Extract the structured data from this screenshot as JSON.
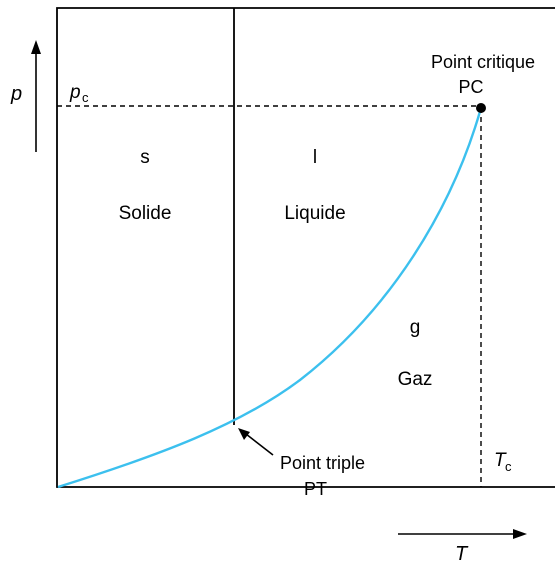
{
  "axes": {
    "y_label": "p",
    "x_label": "T",
    "pc_label": "p",
    "pc_subscript": "c",
    "tc_label": "T",
    "tc_subscript": "c"
  },
  "regions": {
    "solid_symbol": "s",
    "solid_name": "Solide",
    "liquid_symbol": "l",
    "liquid_name": "Liquide",
    "gas_symbol": "g",
    "gas_name": "Gaz"
  },
  "critical_point": {
    "title": "Point critique",
    "abbrev": "PC"
  },
  "triple_point": {
    "title": "Point triple",
    "abbrev": "PT"
  },
  "colors": {
    "curve": "#3cc0ee",
    "lines": "#000000",
    "background": "#ffffff"
  }
}
